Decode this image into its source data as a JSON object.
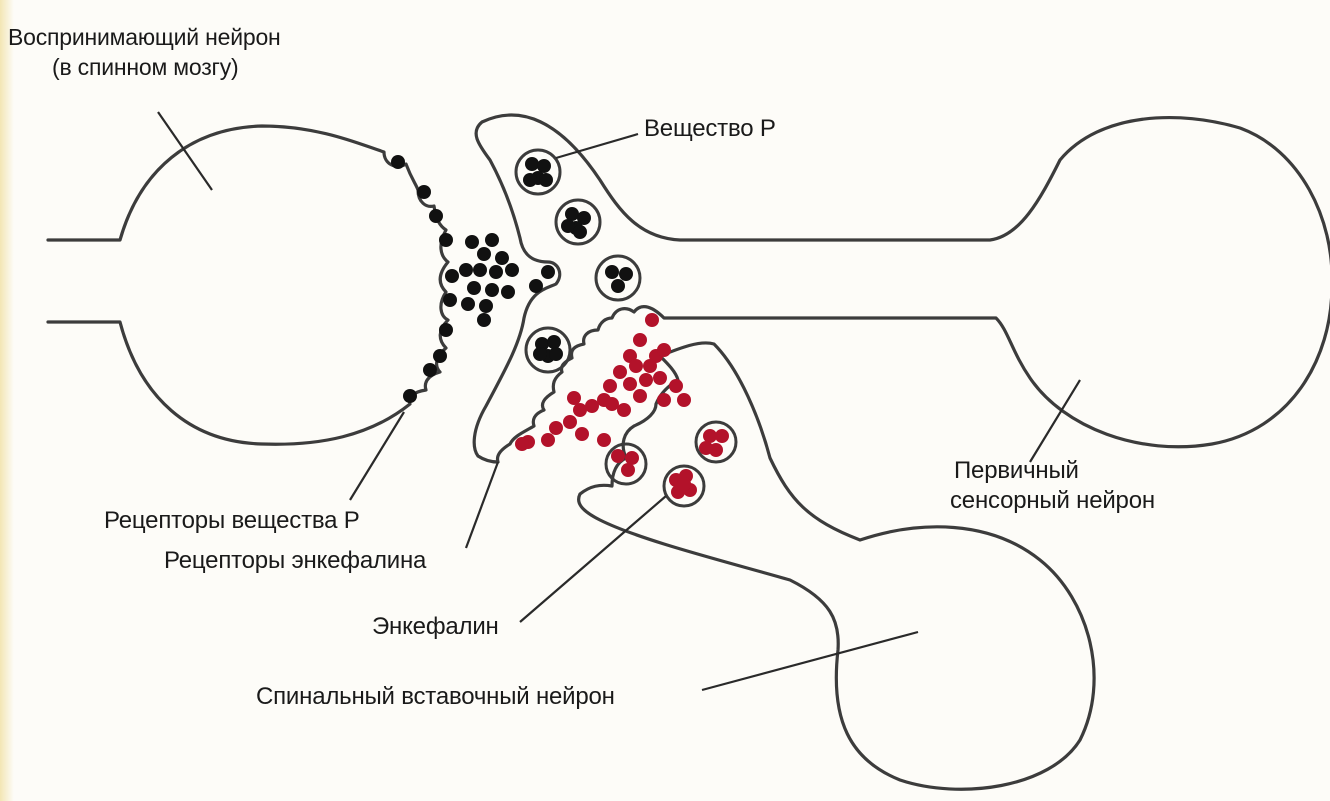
{
  "labels": {
    "receiving_neuron": [
      "Воспринимающий нейрон",
      "(в спинном мозгу)"
    ],
    "substance_p": "Вещество Р",
    "primary_sensory_neuron": [
      "Первичный",
      "сенсорный нейрон"
    ],
    "substance_p_receptors": "Рецепторы вещества Р",
    "enkephalin_receptors": "Рецепторы энкефалина",
    "enkephalin": "Энкефалин",
    "spinal_interneuron": "Спинальный вставочный нейрон"
  },
  "colors": {
    "outline": "#3c3c3c",
    "substance_p_molecule": "#111111",
    "enkephalin_molecule": "#b3122a"
  }
}
